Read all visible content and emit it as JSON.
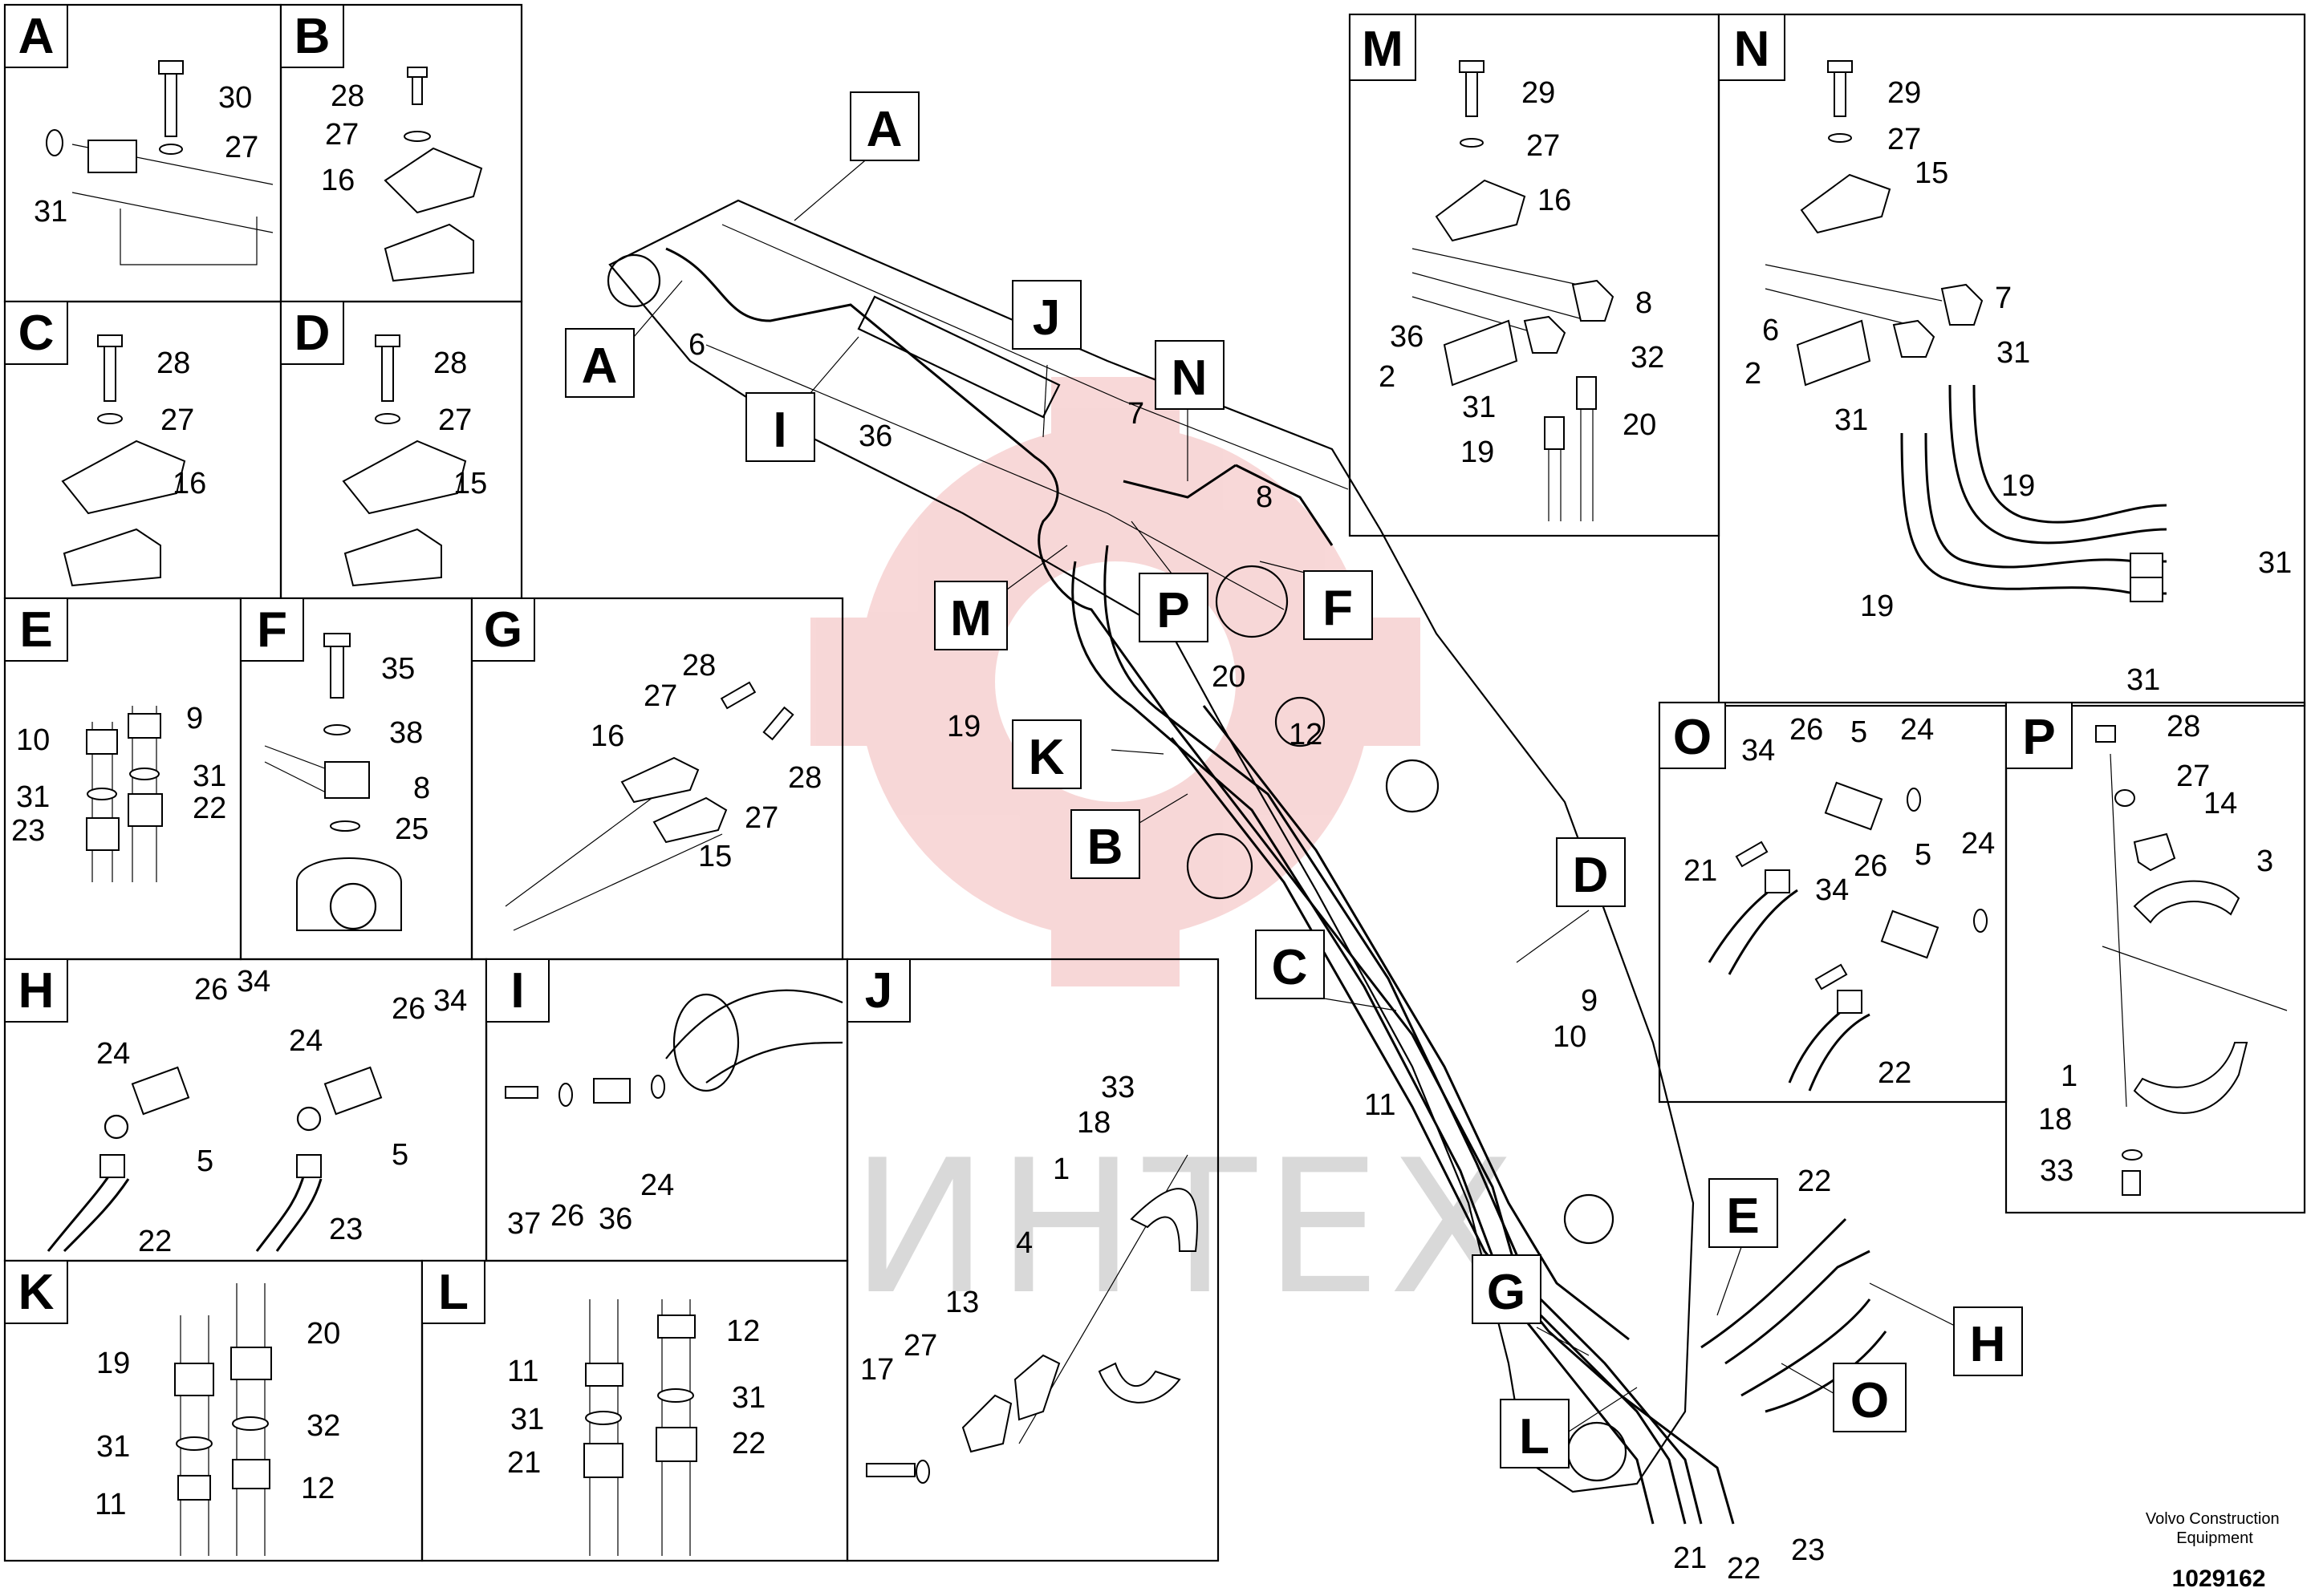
{
  "watermark": "ИНТЕХ",
  "footer": {
    "brand": "Volvo Construction Equipment",
    "figure_id": "1029162"
  },
  "main_callouts": [
    "A",
    "A",
    "I",
    "J",
    "N",
    "M",
    "P",
    "F",
    "K",
    "B",
    "C",
    "D",
    "E",
    "G",
    "L",
    "O",
    "H"
  ],
  "main_numbers": [
    "6",
    "36",
    "7",
    "8",
    "19",
    "20",
    "12",
    "9",
    "10",
    "11",
    "21",
    "22",
    "23",
    "22"
  ],
  "panels": [
    {
      "letter": "A",
      "numbers": [
        "30",
        "27",
        "31"
      ]
    },
    {
      "letter": "B",
      "numbers": [
        "28",
        "27",
        "16"
      ]
    },
    {
      "letter": "C",
      "numbers": [
        "28",
        "27",
        "16"
      ]
    },
    {
      "letter": "D",
      "numbers": [
        "28",
        "27",
        "15"
      ]
    },
    {
      "letter": "E",
      "numbers": [
        "10",
        "9",
        "31",
        "31",
        "23",
        "22"
      ]
    },
    {
      "letter": "F",
      "numbers": [
        "35",
        "38",
        "8",
        "25"
      ]
    },
    {
      "letter": "G",
      "numbers": [
        "28",
        "27",
        "16",
        "28",
        "27",
        "15"
      ]
    },
    {
      "letter": "H",
      "numbers": [
        "26",
        "34",
        "26",
        "34",
        "24",
        "24",
        "5",
        "5",
        "22",
        "23"
      ]
    },
    {
      "letter": "I",
      "numbers": [
        "37",
        "26",
        "36",
        "24"
      ]
    },
    {
      "letter": "J",
      "numbers": [
        "33",
        "18",
        "1",
        "4",
        "13",
        "17",
        "27"
      ]
    },
    {
      "letter": "K",
      "numbers": [
        "19",
        "20",
        "31",
        "32",
        "11",
        "12"
      ]
    },
    {
      "letter": "L",
      "numbers": [
        "11",
        "12",
        "31",
        "31",
        "21",
        "22"
      ]
    },
    {
      "letter": "M",
      "numbers": [
        "29",
        "27",
        "16",
        "8",
        "36",
        "32",
        "2",
        "31",
        "20",
        "19"
      ]
    },
    {
      "letter": "N",
      "numbers": [
        "29",
        "27",
        "15",
        "7",
        "6",
        "31",
        "2",
        "31",
        "19",
        "19",
        "31",
        "31"
      ]
    },
    {
      "letter": "O",
      "numbers": [
        "34",
        "26",
        "5",
        "24",
        "21",
        "34",
        "26",
        "5",
        "24",
        "22"
      ]
    },
    {
      "letter": "P",
      "numbers": [
        "28",
        "27",
        "14",
        "3",
        "1",
        "18",
        "33"
      ]
    }
  ]
}
